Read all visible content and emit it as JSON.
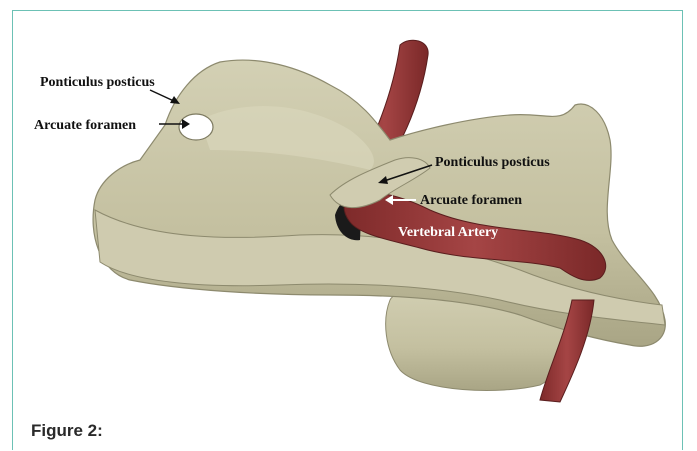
{
  "labels": {
    "ponticulus_left": "Ponticulus posticus",
    "arcuate_left": "Arcuate foramen",
    "ponticulus_right": "Ponticulus posticus",
    "arcuate_right": "Arcuate foramen",
    "vertebral_artery": "Vertebral Artery"
  },
  "caption": "Figure 2:",
  "colors": {
    "bone": "#c9c5a6",
    "bone_shadow": "#9c9878",
    "artery": "#9a3a3a",
    "frame": "#6cc1b5"
  }
}
